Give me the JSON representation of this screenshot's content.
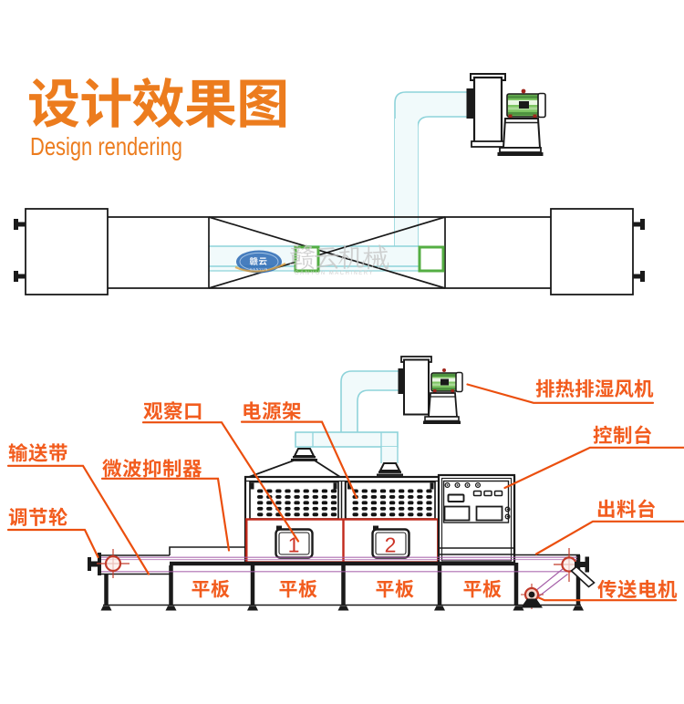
{
  "title": {
    "heading": "设计效果图",
    "subheading": "Design rendering"
  },
  "watermark": {
    "logo_text": "赣云",
    "logo_sub": "GANYUN",
    "brand_text": "赣云机械",
    "brand_sub": "GANYUN MACHINERY"
  },
  "labels": {
    "conveyor_belt": "输送带",
    "adjust_wheel": "调节轮",
    "microwave_suppressor": "微波抑制器",
    "observation_port": "观察口",
    "power_rack": "电源架",
    "exhaust_fan": "排热排湿风机",
    "console": "控制台",
    "discharge_table": "出料台",
    "conveyor_motor": "传送电机",
    "flat_plate": "平板"
  },
  "cavity_numbers": {
    "one": "1",
    "two": "2"
  },
  "colors": {
    "title_orange": "#EC7C1E",
    "label_orange": "#F25C1E",
    "leader_line_orange": "#EB4F0E",
    "line_black": "#1a1a1a",
    "duct_cyan": "#8ed3da",
    "belt_purple": "#A55FA8",
    "door_red": "#CD3528",
    "cavity_box_red": "#C1291B",
    "wheel_red": "#C23B2B",
    "port_green": "#54AE43",
    "motor_green": "#7DC462",
    "logo_blue": "#2F6CB5",
    "watermark_grey": "#c6c6c6"
  }
}
